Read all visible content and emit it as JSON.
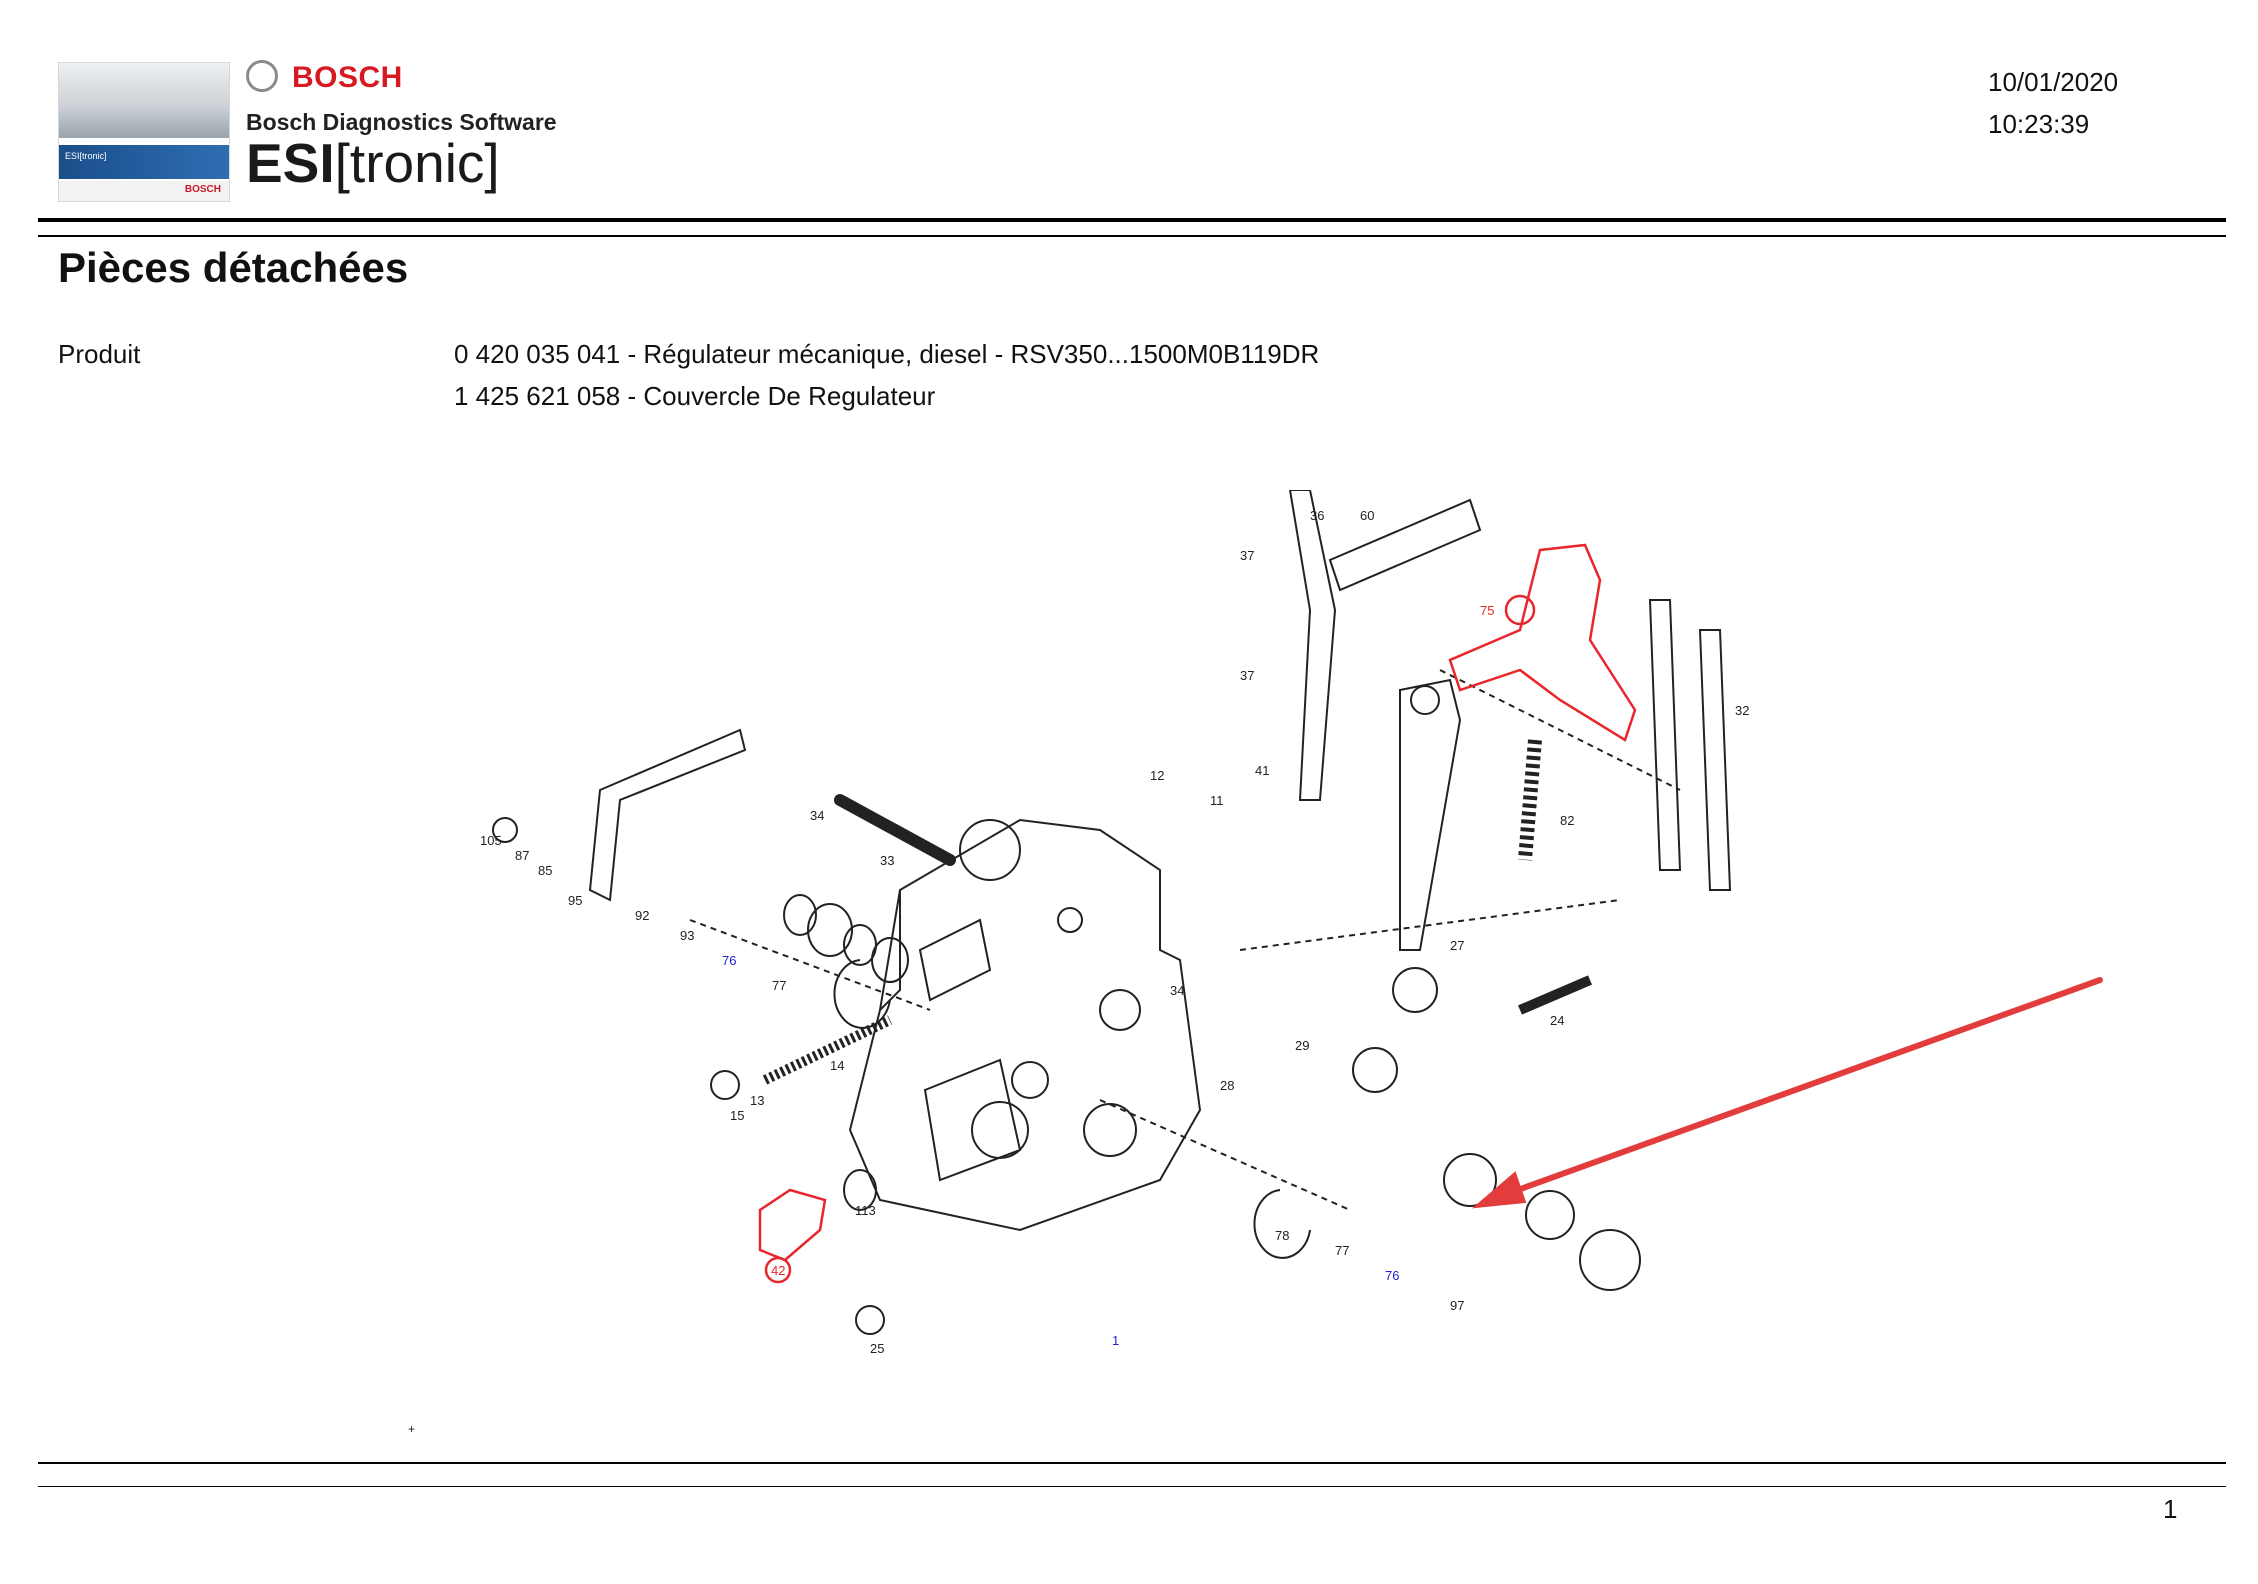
{
  "header": {
    "brand": "BOSCH",
    "subtitle": "Bosch Diagnostics Software",
    "product_esi": "ESI",
    "product_tronic": "[tronic]",
    "thumb_band_text": "ESI[tronic]",
    "thumb_brand": "BOSCH",
    "date": "10/01/2020",
    "time": "10:23:39"
  },
  "page": {
    "title": "Pièces détachées",
    "product_label": "Produit",
    "product_lines": [
      "0 420 035 041 - Régulateur mécanique, diesel - RSV350...1500M0B119DR",
      "1 425 621 058 - Couvercle De Regulateur"
    ],
    "page_number": "1",
    "plus_mark": "+"
  },
  "diagram": {
    "part_labels": [
      "36",
      "60",
      "37",
      "37",
      "75",
      "32",
      "12",
      "41",
      "11",
      "34",
      "33",
      "105",
      "87",
      "85",
      "95",
      "92",
      "93",
      "76",
      "77",
      "34",
      "27",
      "82",
      "24",
      "29",
      "28",
      "14",
      "15",
      "13",
      "113",
      "42",
      "78",
      "77",
      "76",
      "97",
      "25",
      "1"
    ],
    "highlight_color": "#e8262b",
    "blue_label_color": "#2222cc",
    "arrow_color": "#e23c3c"
  }
}
